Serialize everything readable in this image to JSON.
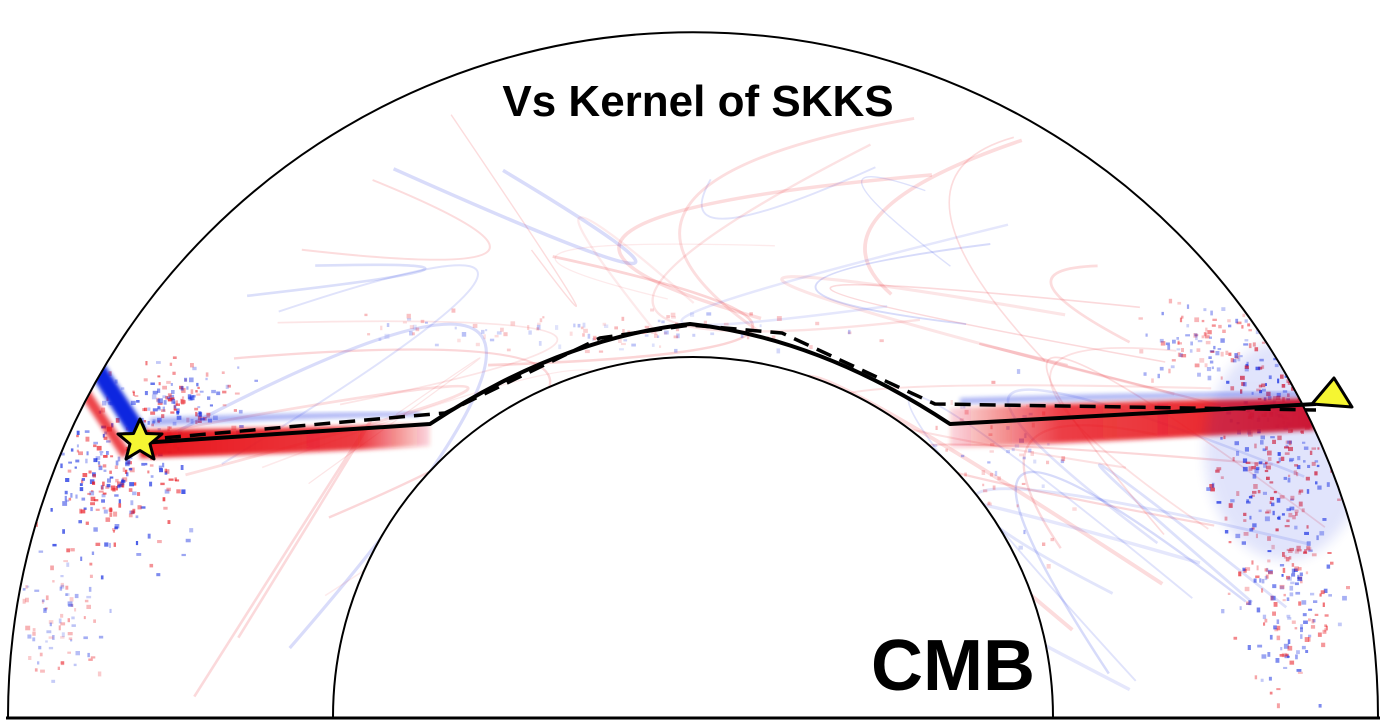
{
  "figure": {
    "title": "Vs Kernel of SKKS",
    "boundary_label": "CMB",
    "colors": {
      "positive": "#e8141c",
      "negative": "#1028e0",
      "background": "#ffffff",
      "outline": "#000000",
      "source_marker": "#f5f532",
      "receiver_marker": "#f5f532"
    },
    "markers": {
      "source": "star-marker",
      "receiver": "triangle-marker"
    },
    "ray_paths": [
      {
        "style": "solid"
      },
      {
        "style": "dashed"
      }
    ]
  }
}
